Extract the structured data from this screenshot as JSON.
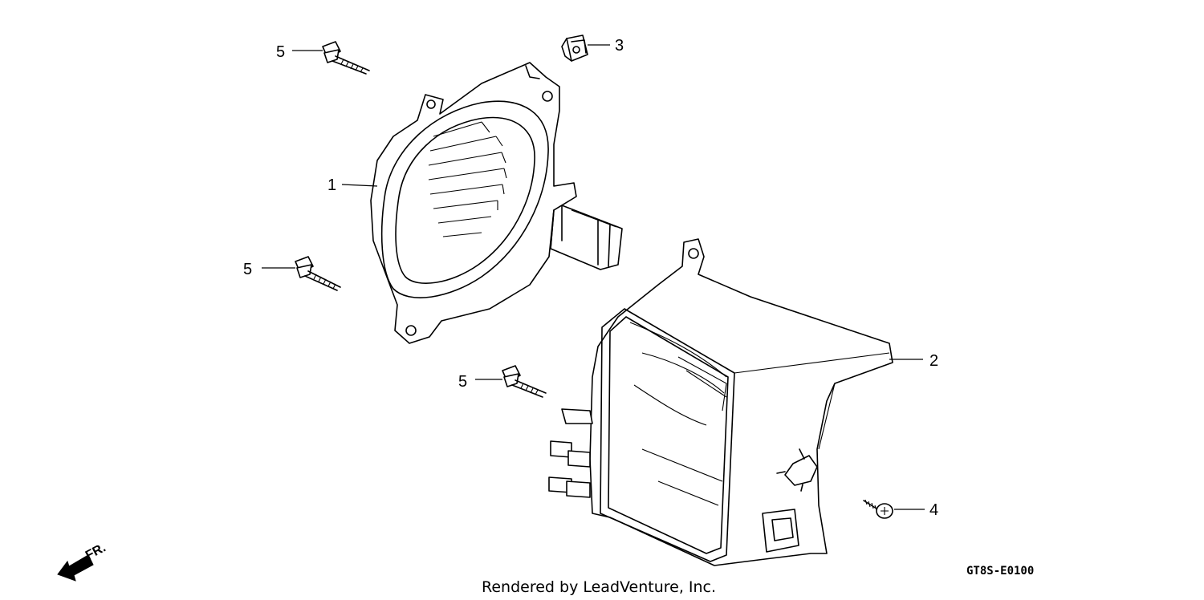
{
  "diagram": {
    "callouts": {
      "part1": "1",
      "part2": "2",
      "part3": "3",
      "part4": "4",
      "part5_top": "5",
      "part5_mid": "5",
      "part5_low": "5"
    },
    "front_indicator": "FR.",
    "drawing_code": "GT8S-E0100",
    "credit": "Rendered by LeadVenture, Inc."
  }
}
